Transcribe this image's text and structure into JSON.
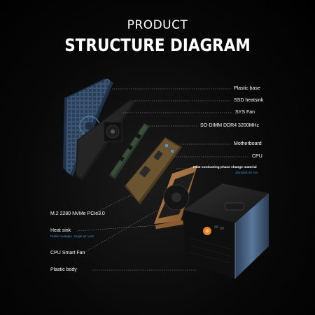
{
  "header": {
    "title_top": "PRODUCT",
    "title_main": "STRUCTURE DIAGRAM"
  },
  "labels": {
    "plastic_base": "Plastic base",
    "ssd_heatsink": "SSD heatsink",
    "sys_fan": "SYS Fan",
    "ram": "SO-DIMM DDR4 3200MHz",
    "motherboard": "Motherboard",
    "cpu": "CPU",
    "phase_change": "Heat conducting phase change material",
    "phase_change_dim": "25x15x0.25 mm",
    "m2": "M.2 2280 NVMe PCIe3.0",
    "heat_sink": "Heat sink",
    "heat_sink_sub": "Duble heatpipe ,single air vent",
    "cpu_fan": "CPU Smart Fan",
    "plastic_body": "Plastic body"
  },
  "colors": {
    "accent_blue": "#3f8fd8",
    "base_blue": "#3c5677",
    "body_gray": "#4d6a89"
  }
}
